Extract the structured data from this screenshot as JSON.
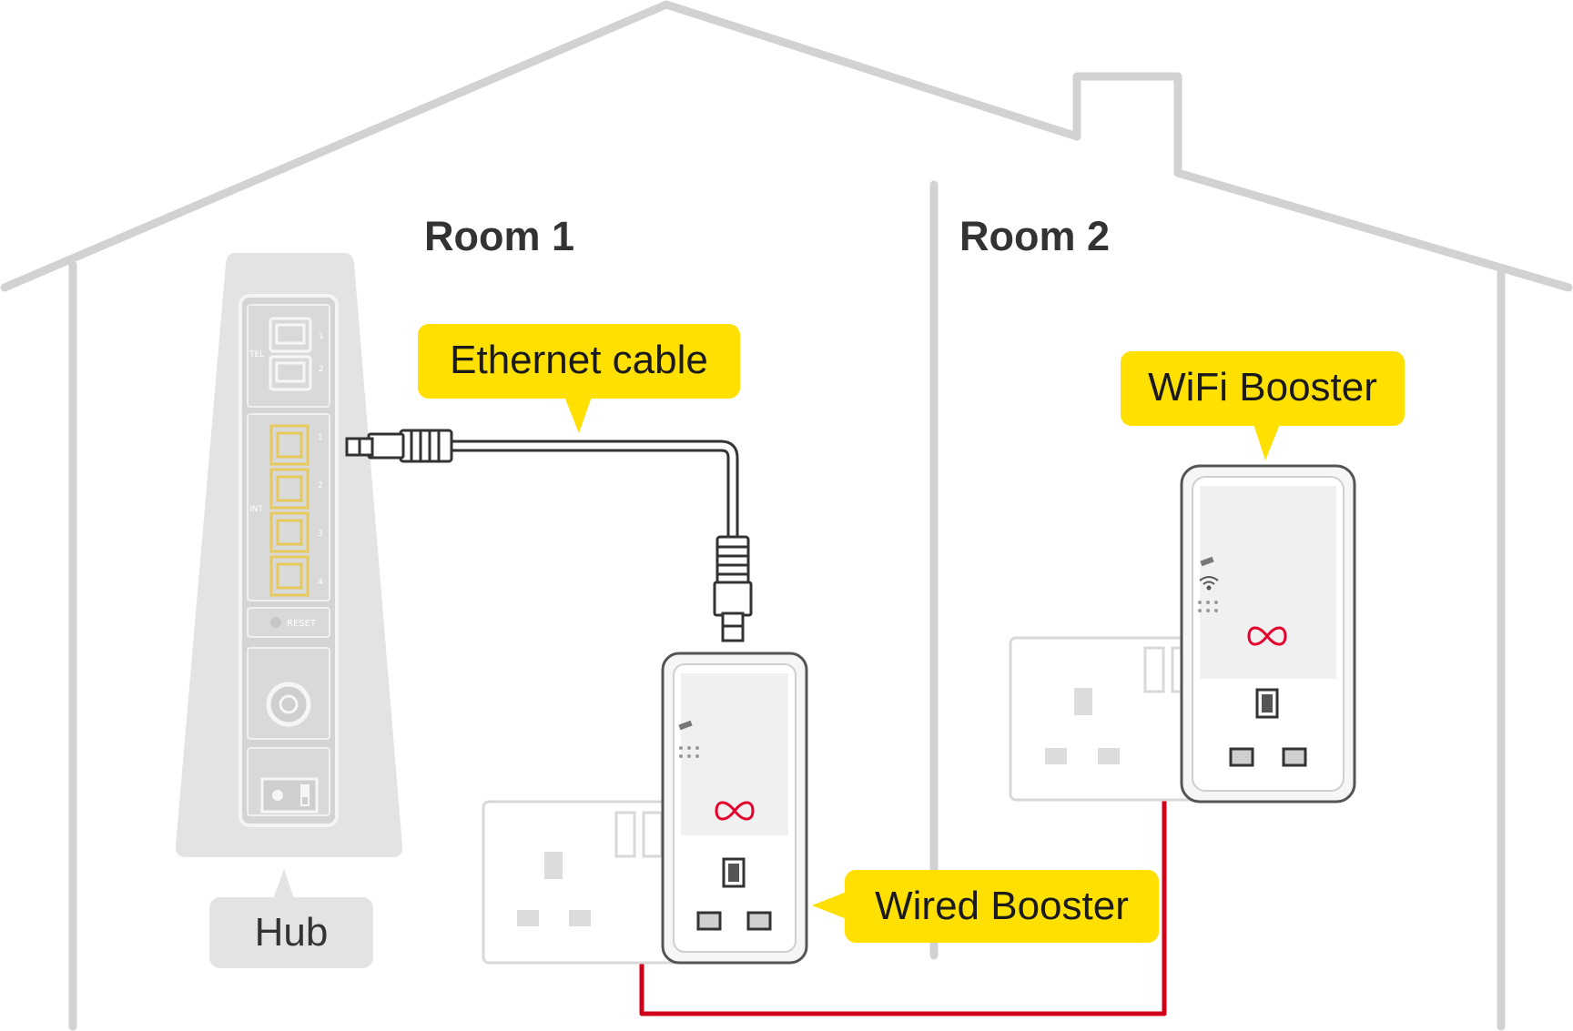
{
  "labels": {
    "room1": "Room 1",
    "room2": "Room 2",
    "ethernet_cable": "Ethernet cable",
    "wifi_booster": "WiFi Booster",
    "wired_booster": "Wired Booster",
    "hub": "Hub"
  },
  "hub_panel": {
    "tel": "TEL",
    "int": "INT",
    "reset": "RESET",
    "tel_ports": [
      "1",
      "2"
    ],
    "int_ports": [
      "1",
      "2",
      "3",
      "4"
    ]
  },
  "colors": {
    "house_outline": "#d2d2d2",
    "callout_yellow": "#ffe000",
    "hub_grey": "#e3e3e3",
    "power_line_red": "#d0021b",
    "logo_red": "#e4002b",
    "cable_dark": "#333333"
  }
}
